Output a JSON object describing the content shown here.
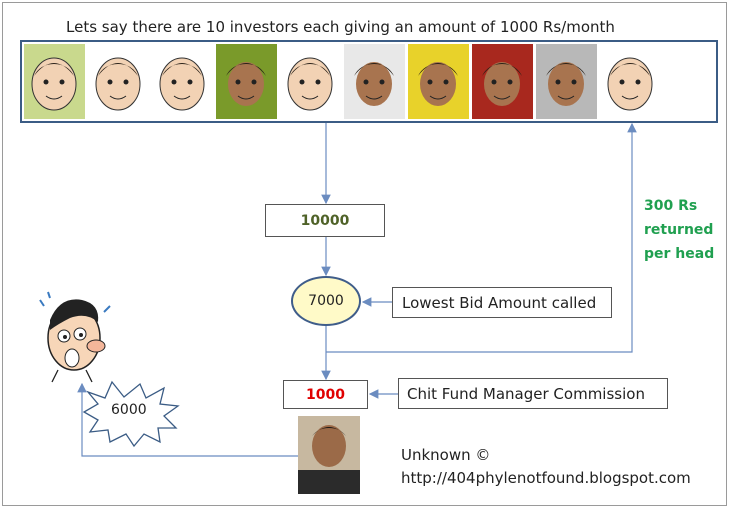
{
  "title": "Lets say there are 10 investors each giving an amount of 1000 Rs/month",
  "investors": [
    {
      "icon": "cartoon-man-face-icon",
      "bg": "#c9d98d"
    },
    {
      "icon": "cartoon-girl-face-icon",
      "bg": "#ffffff"
    },
    {
      "icon": "cartoon-boy-face-icon",
      "bg": "#ffffff"
    },
    {
      "icon": "investor-photo-icon",
      "bg": "#7a9a2a"
    },
    {
      "icon": "caricature-face-icon",
      "bg": "#ffffff"
    },
    {
      "icon": "investor-photo-icon",
      "bg": "#e8e8e8"
    },
    {
      "icon": "investor-photo-icon",
      "bg": "#e8d22a"
    },
    {
      "icon": "investor-photo-icon",
      "bg": "#a8281e"
    },
    {
      "icon": "investor-photo-icon",
      "bg": "#b8b8b8"
    },
    {
      "icon": "worried-cartoon-face-icon",
      "bg": "#ffffff"
    }
  ],
  "total_amount": "10000",
  "lowest_bid": {
    "value": "7000",
    "label": "Lowest Bid Amount called"
  },
  "returned": {
    "line1": "300 Rs",
    "line2": "returned",
    "line3": "per head"
  },
  "commission": {
    "value": "1000",
    "label": "Chit Fund Manager Commission"
  },
  "payout": "6000",
  "credits": {
    "author": "Unknown ©",
    "url": "http://404phylenotfound.blogspot.com"
  },
  "colors": {
    "arrow": "#6b8cc0",
    "frame": "#3b5c85",
    "ellipse_fill": "#fffac8",
    "total_text": "#4f6228",
    "commission_text": "#e00000",
    "returned_text": "#20a050"
  }
}
